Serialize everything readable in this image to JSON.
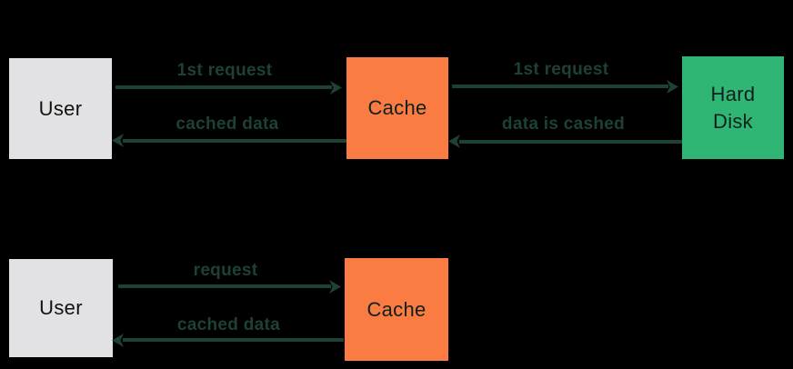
{
  "diagram": {
    "title": "cache-flow-diagram",
    "background_color": "#000000",
    "colors": {
      "user_box": "#e2e2e4",
      "cache_box": "#fa7c42",
      "hard_disk_box": "#2fb574",
      "arrow": "#1d4037",
      "arrow_label_text": "#1d4037",
      "box_text": "#121212"
    },
    "rows": [
      {
        "name": "first-request-flow",
        "nodes": [
          {
            "id": "user-top",
            "label": "User"
          },
          {
            "id": "cache-top",
            "label": "Cache"
          },
          {
            "id": "hard-disk",
            "label": "Hard Disk"
          }
        ],
        "arrows": [
          {
            "from": "User",
            "to": "Cache",
            "direction": "right",
            "label": "1st request"
          },
          {
            "from": "Cache",
            "to": "User",
            "direction": "left",
            "label": "cached data"
          },
          {
            "from": "Cache",
            "to": "Hard Disk",
            "direction": "right",
            "label": "1st request"
          },
          {
            "from": "Hard Disk",
            "to": "Cache",
            "direction": "left",
            "label": "data is cashed"
          }
        ]
      },
      {
        "name": "subsequent-request-flow",
        "nodes": [
          {
            "id": "user-bottom",
            "label": "User"
          },
          {
            "id": "cache-bottom",
            "label": "Cache"
          }
        ],
        "arrows": [
          {
            "from": "User",
            "to": "Cache",
            "direction": "right",
            "label": "request"
          },
          {
            "from": "Cache",
            "to": "User",
            "direction": "left",
            "label": "cached data"
          }
        ]
      }
    ]
  }
}
